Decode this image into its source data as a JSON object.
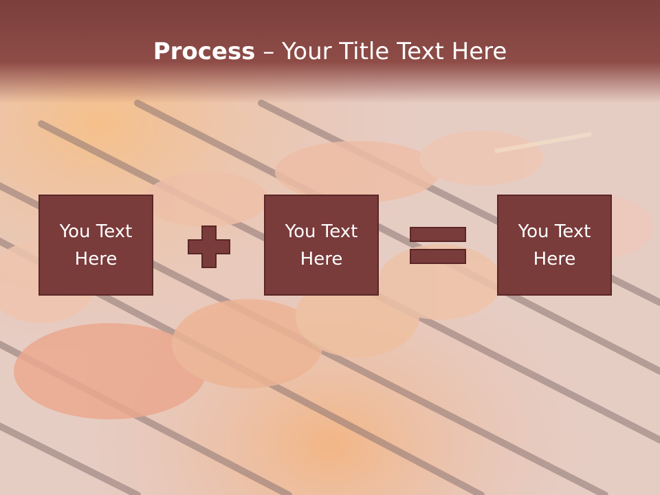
{
  "slide": {
    "title_bold": "Process",
    "title_rest": " – Your Title Text Here"
  },
  "boxes": [
    {
      "text": "You Text Here"
    },
    {
      "text": "You Text Here"
    },
    {
      "text": "You Text Here"
    }
  ],
  "operators": {
    "plus": "plus-icon",
    "equals": "equals-icon"
  },
  "colors": {
    "header": "#8e4c47",
    "box_fill": "#7a3b3b",
    "box_border": "#5a2626"
  }
}
